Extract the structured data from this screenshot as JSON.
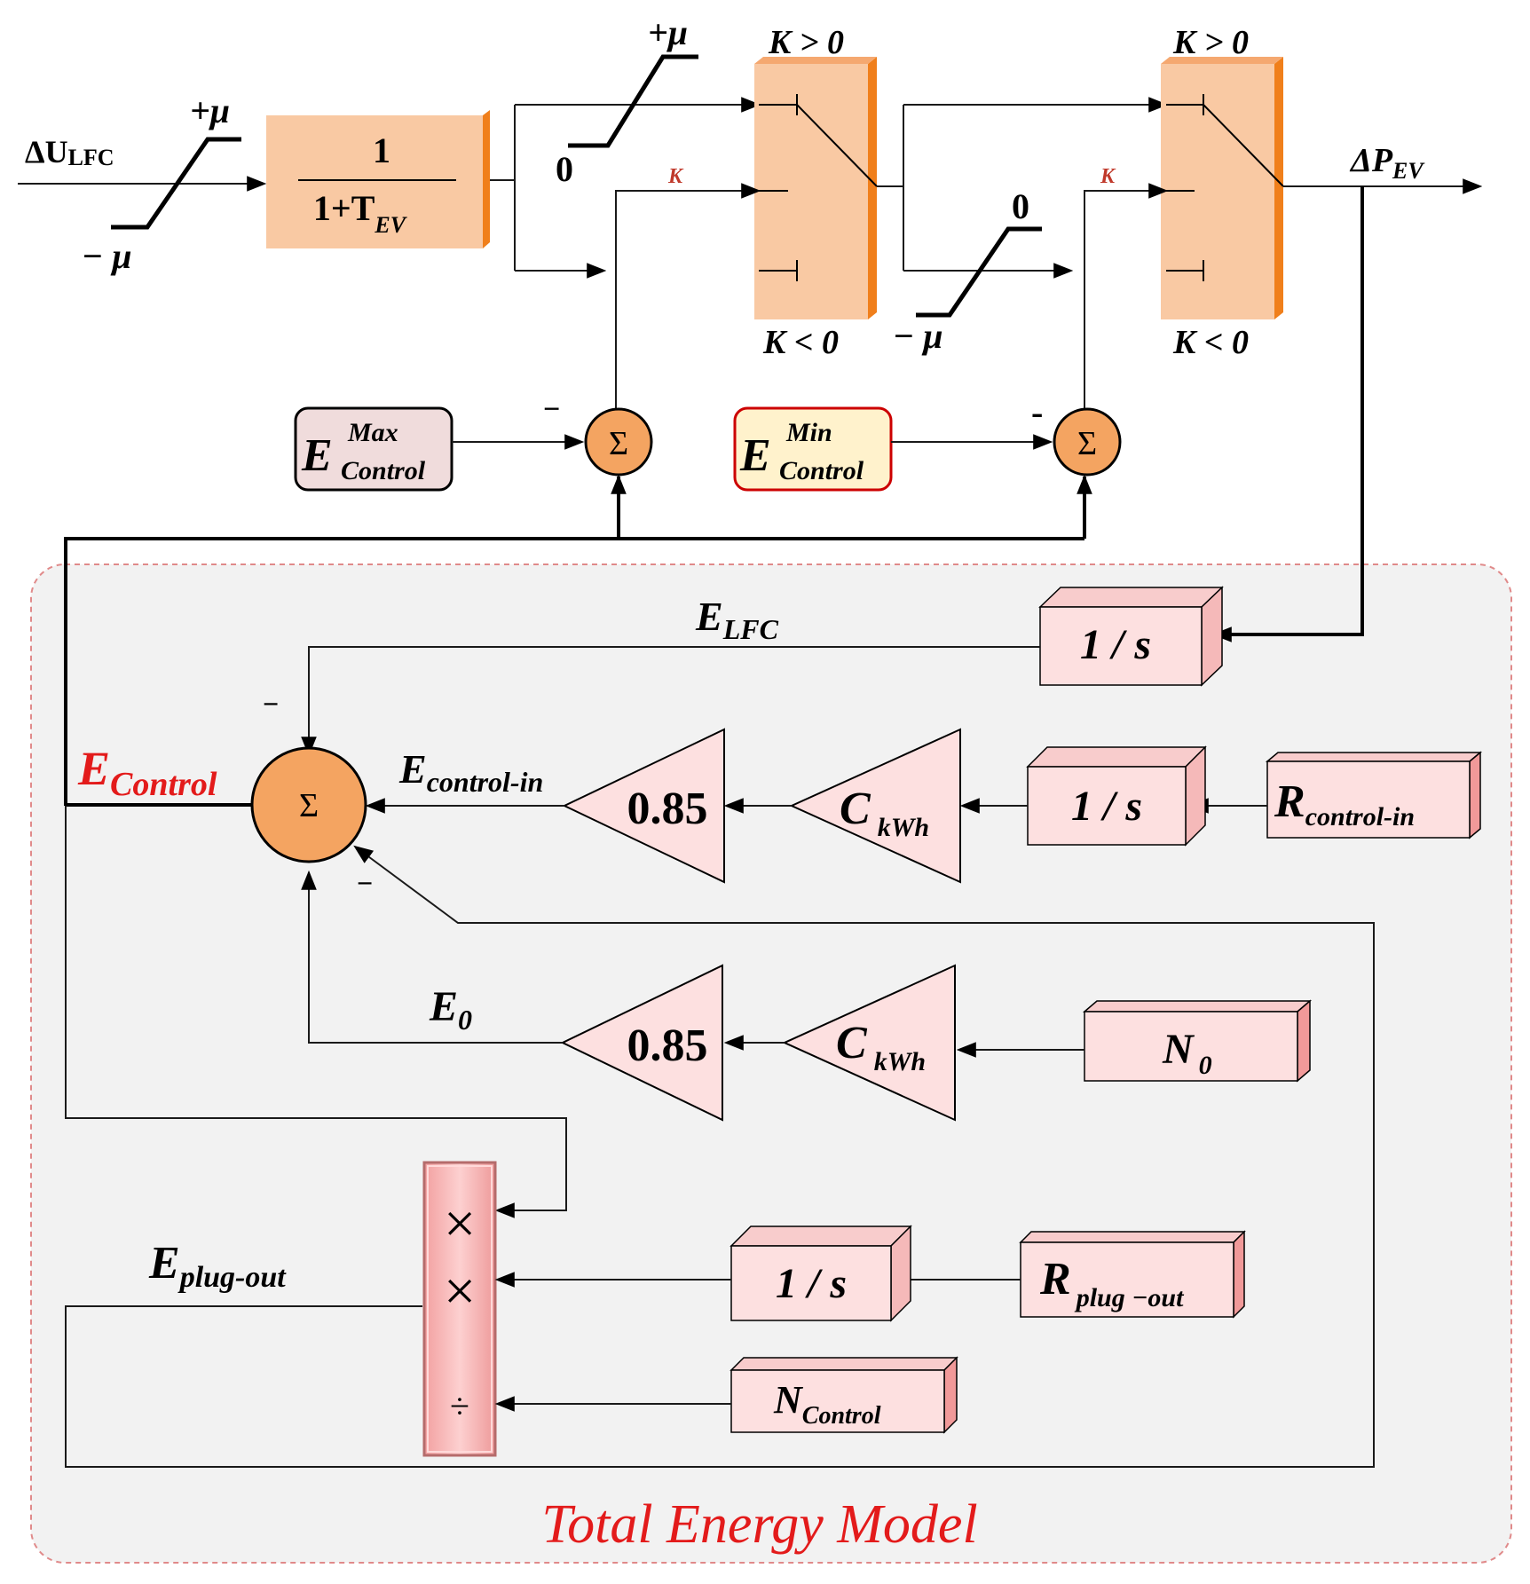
{
  "colors": {
    "orange_block": "#f9c9a3",
    "orange_edge": "#f07f1b",
    "sum_fill": "#f4a461",
    "pink_block": "#fde0e0",
    "pink_side": "#f5b9b9",
    "pink_dark": "#f19999",
    "red_text": "#e31b1b",
    "gray_panel": "#f2f2f2",
    "dashed_border": "#e08a8a"
  },
  "top": {
    "input_label": "ΔU",
    "input_sub": "LFC",
    "sat1": {
      "upper": "+μ",
      "lower": "− μ"
    },
    "tf": {
      "numerator": "1",
      "denominator": "1+T",
      "denominator_sub": "EV"
    },
    "sat2": {
      "upper": "+μ",
      "lower": "0"
    },
    "switch1": {
      "top": "K > 0",
      "bottom": "K < 0",
      "mid": "K"
    },
    "sat3": {
      "upper": "0",
      "lower": "− μ"
    },
    "switch2": {
      "top": "K > 0",
      "bottom": "K < 0",
      "mid": "K"
    },
    "output_label": "ΔP",
    "output_sub": "EV",
    "emax": {
      "base": "E",
      "sup": "Max",
      "sub": "Control"
    },
    "emin": {
      "base": "E",
      "sup": "Min",
      "sub": "Control"
    },
    "sum_symbol": "Σ",
    "minus1": "−",
    "minus2": "-"
  },
  "model": {
    "title": "Total Energy Model",
    "e_lfc": {
      "base": "E",
      "sub": "LFC"
    },
    "int1": "1 / s",
    "econtrol": {
      "base": "E",
      "sub": "Control"
    },
    "sum_symbol": "Σ",
    "minus_top": "−",
    "minus_bottom": "−",
    "ecin": {
      "base": "E",
      "sub": "control-in"
    },
    "gain1": "0.85",
    "ckwh1": {
      "base": "C",
      "sub": "kWh"
    },
    "int2": "1 / s",
    "rcin": {
      "base": "R",
      "sub": "control-in"
    },
    "e0": {
      "base": "E",
      "sub": "0"
    },
    "gain2": "0.85",
    "ckwh2": {
      "base": "C",
      "sub": "kWh"
    },
    "n0": {
      "base": "N",
      "sub": "0"
    },
    "eplug": {
      "base": "E",
      "sub": "plug-out"
    },
    "mult": {
      "x1": "×",
      "x2": "×",
      "div": "÷"
    },
    "int3": "1 / s",
    "rplug": {
      "base": "R",
      "sub": "plug −out"
    },
    "ncontrol": {
      "base": "N",
      "sub": "Control"
    }
  }
}
